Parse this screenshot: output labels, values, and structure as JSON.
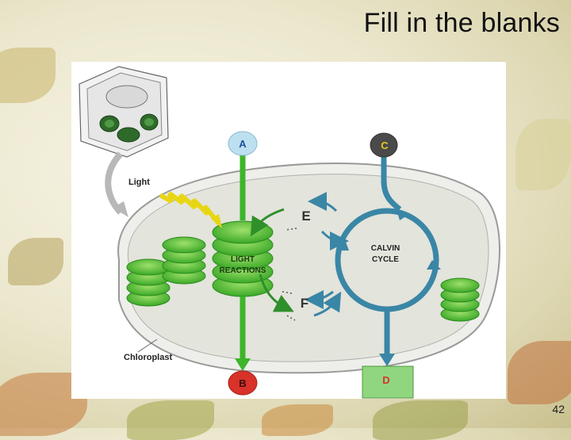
{
  "slide": {
    "title": "Fill in the blanks",
    "page_number": "42"
  },
  "diagram": {
    "blank_a": "A",
    "blank_b": "B",
    "blank_c": "C",
    "blank_d": "D",
    "blank_e": "E",
    "blank_f": "F",
    "light_label": "Light",
    "light_reactions_line1": "LIGHT",
    "light_reactions_line2": "REACTIONS",
    "calvin_line1": "CALVIN",
    "calvin_line2": "CYCLE",
    "chloroplast_label": "Chloroplast"
  },
  "colors": {
    "thylakoid_green": "#3db52a",
    "calvin_blue": "#3a86a6",
    "stroma_gray": "#e3e4dc",
    "light_yellow": "#e8d615",
    "blank_red": "#d8322a",
    "blank_c_gray": "#4a4a4a"
  }
}
